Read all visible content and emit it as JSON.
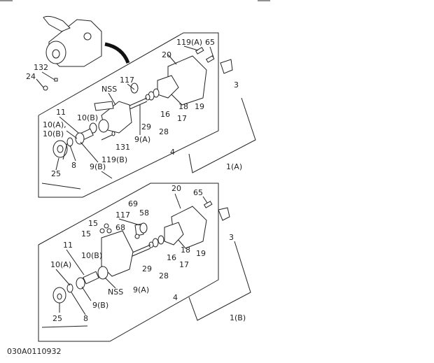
{
  "diagram": {
    "code": "030A0110932",
    "upper": {
      "assembly": "1(A)",
      "labels": [
        "119(A)",
        "65",
        "20",
        "132",
        "24",
        "117",
        "NSS",
        "18",
        "19",
        "16",
        "17",
        "29",
        "28",
        "11",
        "10(B)",
        "10(A),",
        "10(B)",
        "9(A)",
        "131",
        "4",
        "119(B)",
        "8",
        "9(B)",
        "25",
        "3"
      ]
    },
    "lower": {
      "assembly": "1(B)",
      "labels": [
        "20",
        "65",
        "69",
        "117",
        "58",
        "15",
        "68",
        "15",
        "3",
        "11",
        "10(B)",
        "10(A)",
        "18",
        "19",
        "16",
        "17",
        "29",
        "28",
        "NSS",
        "9(A)",
        "4",
        "9(B)",
        "25",
        "8"
      ]
    }
  }
}
